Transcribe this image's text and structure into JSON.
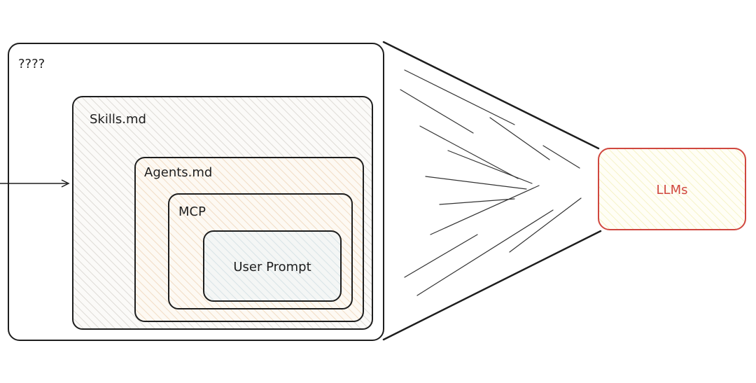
{
  "outer": {
    "label": "????"
  },
  "boxes": [
    {
      "label": "Skills.md"
    },
    {
      "label": "Agents.md"
    },
    {
      "label": "MCP"
    },
    {
      "label": "User Prompt"
    }
  ],
  "target": {
    "label": "LLMs"
  },
  "colors": {
    "stroke": "#1e1e1e",
    "llm_stroke": "#d0473f",
    "llm_text": "#d0473f",
    "hatch_warm": "#f1dcc4",
    "hatch_gray": "#dedbd6",
    "hatch_yellow": "#f3efb8",
    "hatch_blue": "#cfe3ec"
  }
}
